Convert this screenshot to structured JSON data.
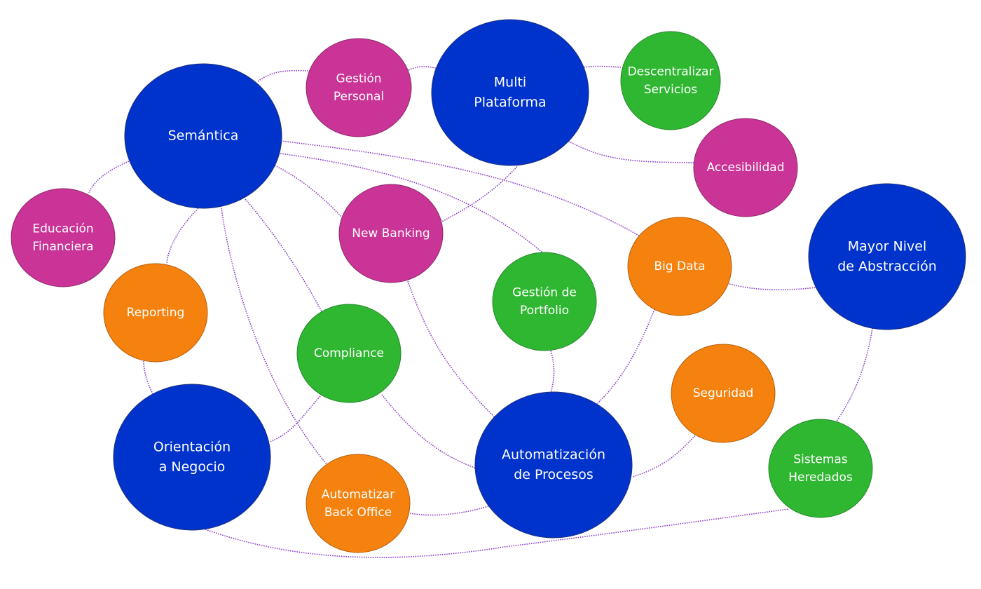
{
  "diagram": {
    "colors": {
      "core": "#0033cc",
      "magenta": "#c93496",
      "orange": "#f5820e",
      "green": "#30b732",
      "edge": "#8a3fc9",
      "label": "#ffffff"
    },
    "nodes": [
      {
        "id": "semantica",
        "lines": [
          "Semántica"
        ],
        "category": "core"
      },
      {
        "id": "gestion-personal",
        "lines": [
          "Gestión",
          "Personal"
        ],
        "category": "magenta"
      },
      {
        "id": "multi-plataforma",
        "lines": [
          "Multi",
          "Plataforma"
        ],
        "category": "core"
      },
      {
        "id": "descentralizar-servicios",
        "lines": [
          "Descentralizar",
          "Servicios"
        ],
        "category": "green"
      },
      {
        "id": "accesibilidad",
        "lines": [
          "Accesibilidad"
        ],
        "category": "magenta"
      },
      {
        "id": "educacion-financiera",
        "lines": [
          "Educación",
          "Financiera"
        ],
        "category": "magenta"
      },
      {
        "id": "new-banking",
        "lines": [
          "New Banking"
        ],
        "category": "magenta"
      },
      {
        "id": "big-data",
        "lines": [
          "Big Data"
        ],
        "category": "orange"
      },
      {
        "id": "mayor-nivel-abstraccion",
        "lines": [
          "Mayor Nivel",
          "de Abstracción"
        ],
        "category": "core"
      },
      {
        "id": "reporting",
        "lines": [
          "Reporting"
        ],
        "category": "orange"
      },
      {
        "id": "gestion-portfolio",
        "lines": [
          "Gestión de",
          "Portfolio"
        ],
        "category": "green"
      },
      {
        "id": "compliance",
        "lines": [
          "Compliance"
        ],
        "category": "green"
      },
      {
        "id": "seguridad",
        "lines": [
          "Seguridad"
        ],
        "category": "orange"
      },
      {
        "id": "orientacion-negocio",
        "lines": [
          "Orientación",
          "a Negocio"
        ],
        "category": "core"
      },
      {
        "id": "automatizacion-procesos",
        "lines": [
          "Automatización",
          "de Procesos"
        ],
        "category": "core"
      },
      {
        "id": "automatizar-back-office",
        "lines": [
          "Automatizar",
          "Back Office"
        ],
        "category": "orange"
      },
      {
        "id": "sistemas-heredados",
        "lines": [
          "Sistemas",
          "Heredados"
        ],
        "category": "green"
      }
    ],
    "edges": [
      {
        "from": "semantica",
        "to": "gestion-personal"
      },
      {
        "from": "gestion-personal",
        "to": "multi-plataforma"
      },
      {
        "from": "multi-plataforma",
        "to": "descentralizar-servicios"
      },
      {
        "from": "multi-plataforma",
        "to": "accesibilidad"
      },
      {
        "from": "multi-plataforma",
        "to": "new-banking"
      },
      {
        "from": "semantica",
        "to": "educacion-financiera"
      },
      {
        "from": "semantica",
        "to": "big-data"
      },
      {
        "from": "semantica",
        "to": "gestion-portfolio"
      },
      {
        "from": "semantica",
        "to": "new-banking"
      },
      {
        "from": "semantica",
        "to": "reporting"
      },
      {
        "from": "semantica",
        "to": "compliance"
      },
      {
        "from": "semantica",
        "to": "automatizar-back-office"
      },
      {
        "from": "big-data",
        "to": "mayor-nivel-abstraccion"
      },
      {
        "from": "big-data",
        "to": "automatizacion-procesos"
      },
      {
        "from": "mayor-nivel-abstraccion",
        "to": "sistemas-heredados"
      },
      {
        "from": "reporting",
        "to": "orientacion-negocio"
      },
      {
        "from": "compliance",
        "to": "orientacion-negocio"
      },
      {
        "from": "compliance",
        "to": "automatizacion-procesos"
      },
      {
        "from": "new-banking",
        "to": "automatizacion-procesos"
      },
      {
        "from": "gestion-portfolio",
        "to": "automatizacion-procesos"
      },
      {
        "from": "seguridad",
        "to": "automatizacion-procesos"
      },
      {
        "from": "automatizar-back-office",
        "to": "automatizacion-procesos"
      },
      {
        "from": "orientacion-negocio",
        "to": "sistemas-heredados"
      }
    ]
  }
}
